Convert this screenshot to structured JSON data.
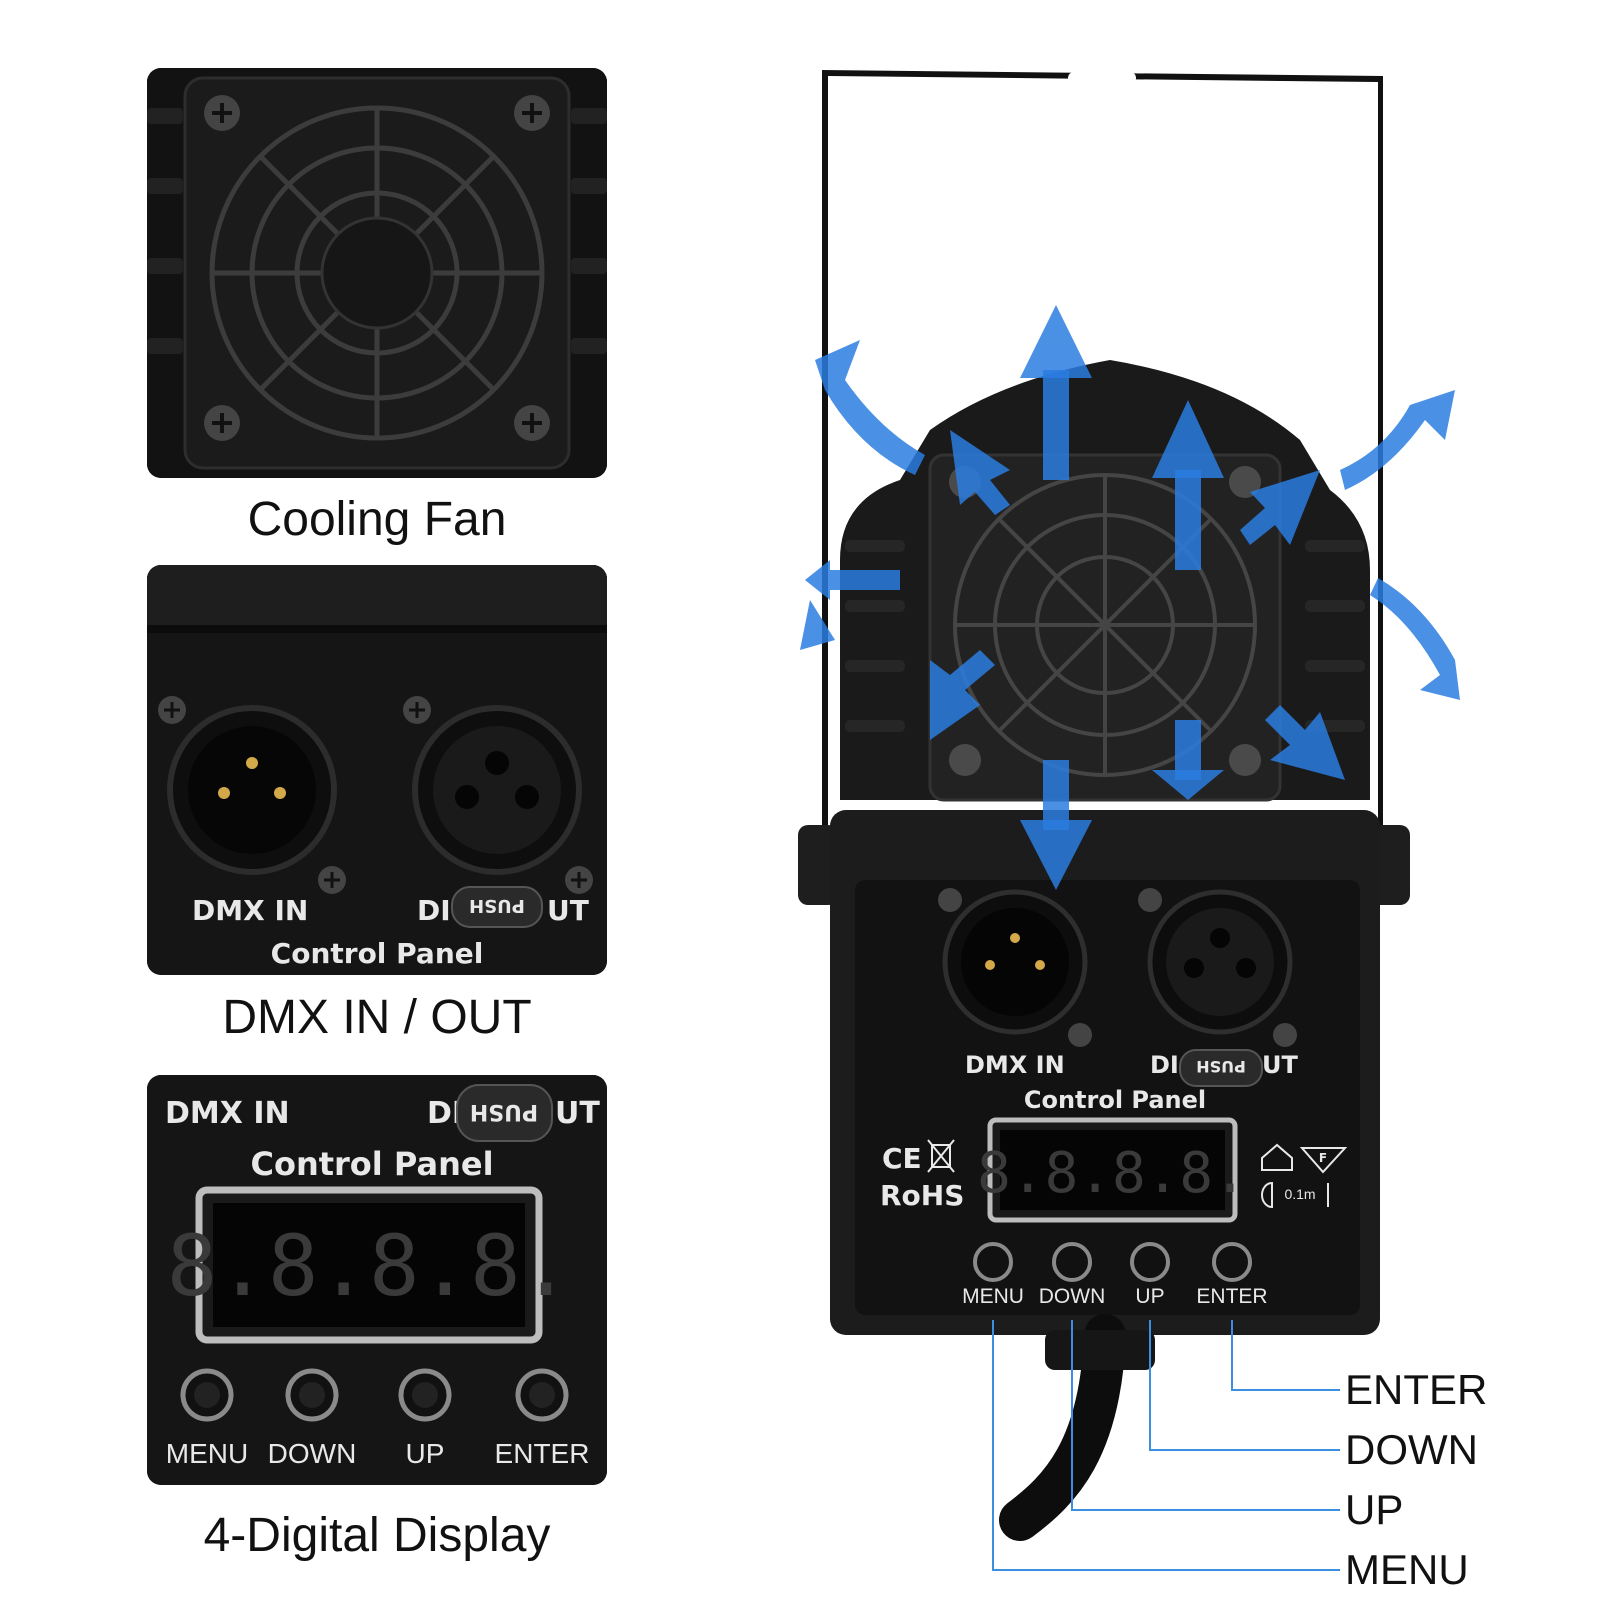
{
  "captions": {
    "cooling_fan": "Cooling Fan",
    "dmx_in_out": "DMX IN / OUT",
    "digital_display": "4-Digital Display"
  },
  "panel_labels": {
    "dmx_in": "DMX IN",
    "dmx_out_prefix": "DI",
    "dmx_out_suffix": "UT",
    "push": "PUSH",
    "control_panel": "Control Panel",
    "ce": "CE",
    "rohs": "RoHS",
    "distance": "0.1m",
    "f_mark": "F",
    "display_digits": "8.8.8.8."
  },
  "buttons": [
    "MENU",
    "DOWN",
    "UP",
    "ENTER"
  ],
  "callouts": [
    "ENTER",
    "DOWN",
    "UP",
    "MENU"
  ],
  "colors": {
    "arrow_blue": "#2a7de1",
    "leader_line": "#3a8fe0",
    "housing": "#141414"
  },
  "icons": {
    "airflow": "arrow-up-icon",
    "fan": "fan-grille-icon",
    "xlr_male": "xlr-male-connector-icon",
    "xlr_female": "xlr-female-connector-icon",
    "screw": "screw-icon"
  }
}
